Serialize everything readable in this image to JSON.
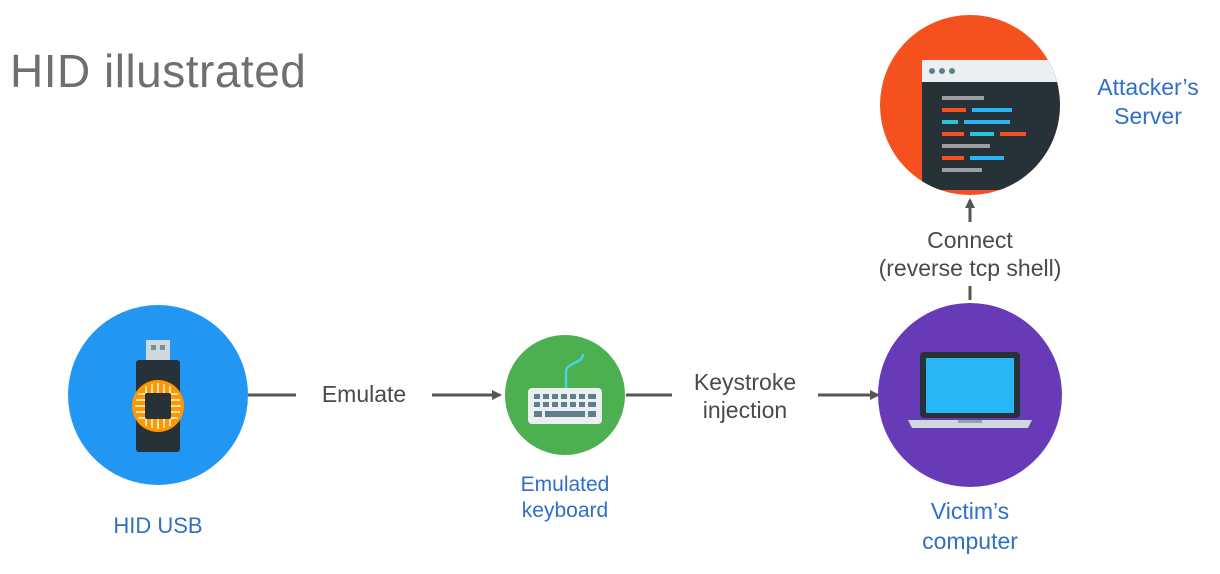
{
  "title": "HID illustrated",
  "nodes": {
    "hid_usb": {
      "label": "HID USB",
      "color": "#2196f3"
    },
    "emulated_keyboard": {
      "label_line1": "Emulated",
      "label_line2": "keyboard",
      "color": "#4caf50"
    },
    "victim_computer": {
      "label_line1": "Victim’s",
      "label_line2": "computer",
      "color": "#673ab7"
    },
    "attacker_server": {
      "label_line1": "Attacker’s",
      "label_line2": "Server",
      "color": "#f4511e"
    }
  },
  "edges": {
    "emulate": {
      "label": "Emulate"
    },
    "keystroke": {
      "label_line1": "Keystroke",
      "label_line2": "injection"
    },
    "connect": {
      "label_line1": "Connect",
      "label_line2": "(reverse tcp shell)"
    }
  },
  "colors": {
    "arrow": "#555555",
    "label_blue": "#2f6fc6",
    "title_gray": "#6f6f6f"
  },
  "icons": [
    "usb-stick-icon",
    "keyboard-icon",
    "laptop-icon",
    "code-window-icon"
  ]
}
